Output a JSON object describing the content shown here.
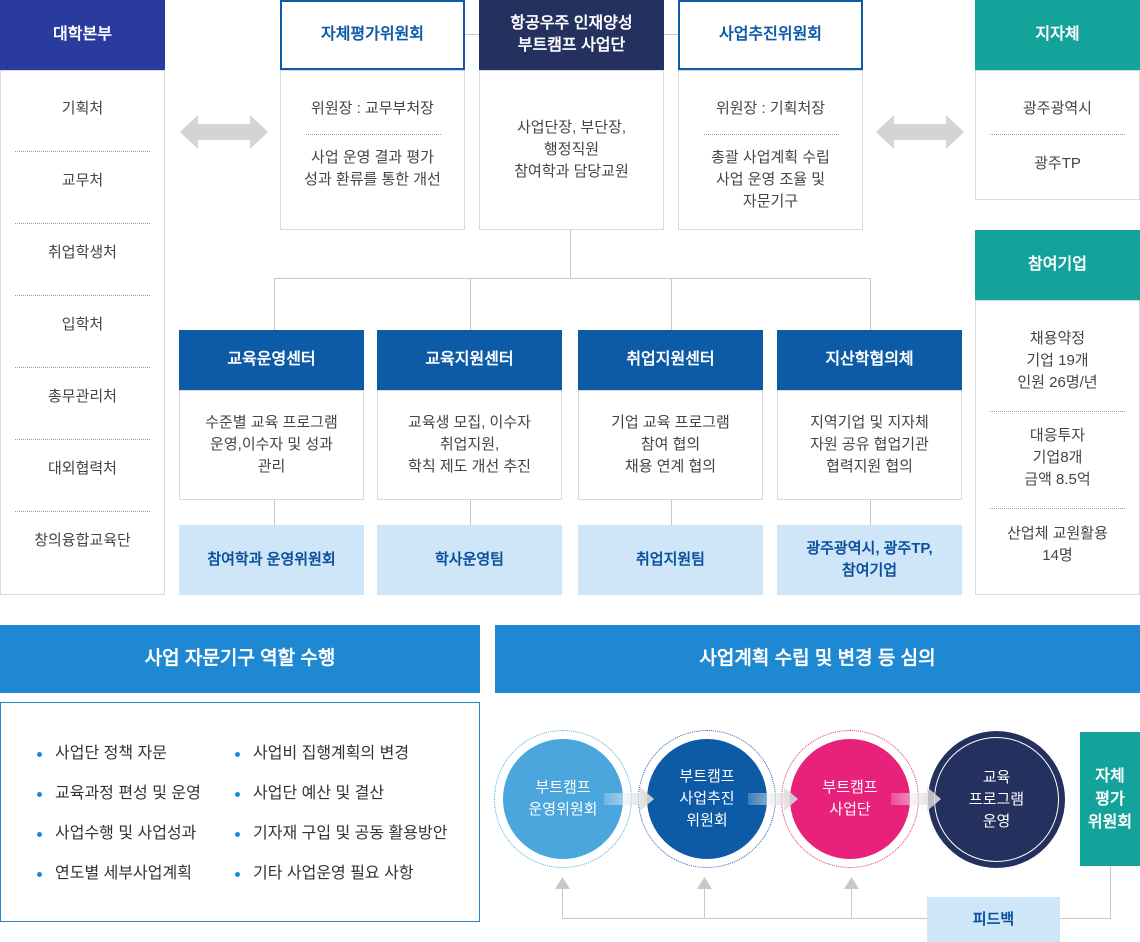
{
  "colors": {
    "navy": "#2a3ba0",
    "dark_navy": "#24305e",
    "blue": "#0d5aa7",
    "teal": "#13a39a",
    "sky": "#1e88d2",
    "light_blue": "#cfe6f8",
    "pink": "#e8227a"
  },
  "univ": {
    "title": "대학본부",
    "items": [
      "기획처",
      "교무처",
      "취업학생처",
      "입학처",
      "총무관리처",
      "대외협력처",
      "창의융합교육단"
    ]
  },
  "top": {
    "self_eval": {
      "title": "자체평가위원회",
      "chair": "위원장 : 교무부처장",
      "desc": [
        "사업 운영 결과 평가",
        "성과 환류를 통한 개선"
      ]
    },
    "main": {
      "title": [
        "항공우주 인재양성",
        "부트캠프 사업단"
      ],
      "desc": [
        "사업단장, 부단장,",
        "행정직원",
        "참여학과 담당교원"
      ]
    },
    "promo": {
      "title": "사업추진위원회",
      "chair": "위원장 : 기획처장",
      "desc": [
        "총괄 사업계획 수립",
        "사업 운영 조율 및",
        "자문기구"
      ]
    }
  },
  "local": {
    "title": "지자체",
    "items": [
      "광주광역시",
      "광주TP"
    ]
  },
  "company": {
    "title": "참여기업",
    "items": [
      [
        "채용약정",
        "기업 19개",
        "인원 26명/년"
      ],
      [
        "대응투자",
        "기업8개",
        "금액 8.5억"
      ],
      [
        "산업체 교원활용",
        "14명"
      ]
    ]
  },
  "centers": [
    {
      "title": "교육운영센터",
      "desc": [
        "수준별 교육 프로그램",
        "운영,이수자 및 성과",
        "관리"
      ],
      "sub": [
        "참여학과 운영위원회"
      ]
    },
    {
      "title": "교육지원센터",
      "desc": [
        "교육생 모집, 이수자",
        "취업지원,",
        "학칙 제도 개선 추진"
      ],
      "sub": [
        "학사운영팀"
      ]
    },
    {
      "title": "취업지원센터",
      "desc": [
        "기업 교육 프로그램",
        "참여 협의",
        "채용 연계 협의"
      ],
      "sub": [
        "취업지원팀"
      ]
    },
    {
      "title": "지산학협의체",
      "desc": [
        "지역기업 및 지자체",
        "자원 공유 협업기관",
        "협력지원 협의"
      ],
      "sub": [
        "광주광역시, 광주TP,",
        "참여기업"
      ]
    }
  ],
  "advisory": {
    "title": "사업 자문기구 역할 수행",
    "col1": [
      "사업단 정책 자문",
      "교육과정 편성 및 운영",
      "사업수행 및 사업성과",
      "연도별 세부사업계획"
    ],
    "col2": [
      "사업비 집행계획의 변경",
      "사업단 예산 및 결산",
      "기자재 구입 및 공동 활용방안",
      "기타 사업운영 필요 사항"
    ]
  },
  "plan": {
    "title": "사업계획 수립 및 변경 등 심의",
    "circles": [
      [
        "부트캠프",
        "운영위원회"
      ],
      [
        "부트캠프",
        "사업추진",
        "위원회"
      ],
      [
        "부트캠프",
        "사업단"
      ],
      [
        "교육",
        "프로그램",
        "운영"
      ]
    ],
    "eval_box": [
      "자체",
      "평가",
      "위원회"
    ],
    "feedback": "피드백"
  }
}
